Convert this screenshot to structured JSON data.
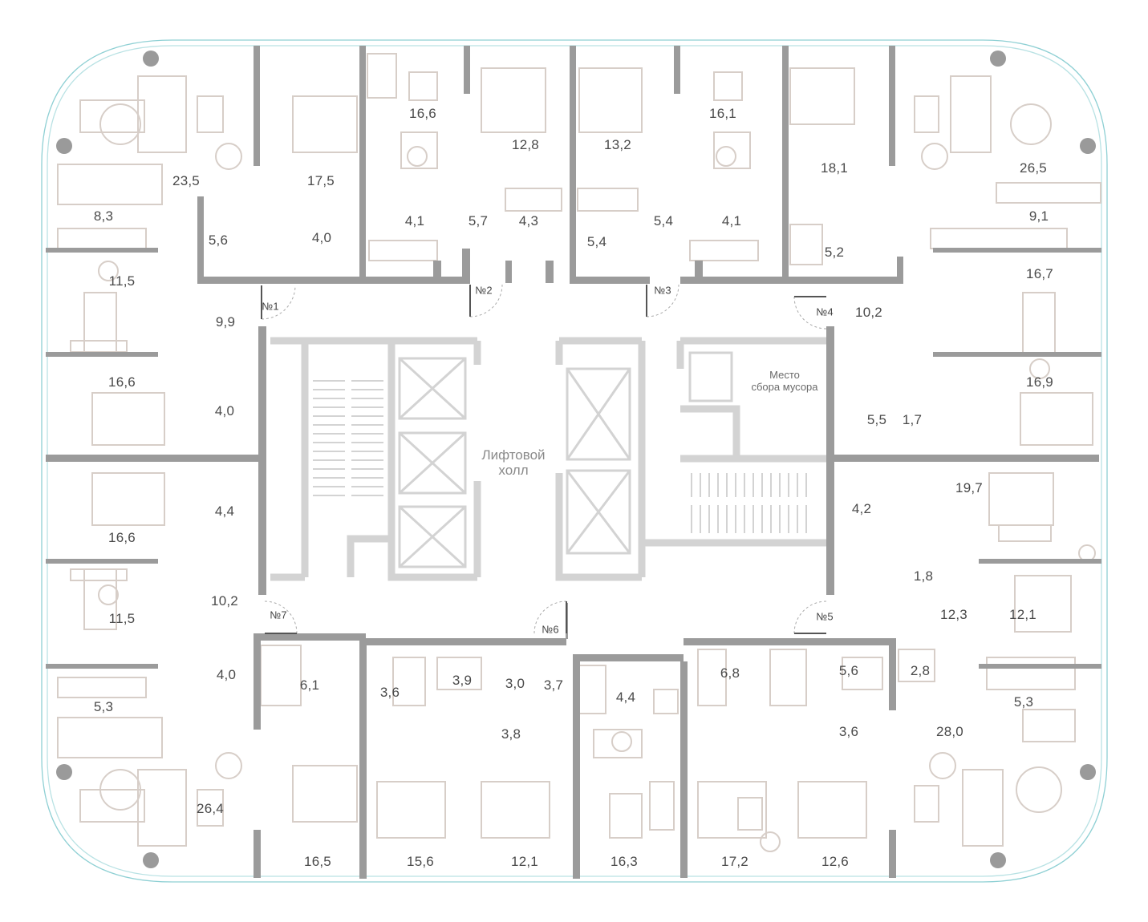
{
  "hall": {
    "line1": "Лифтовой",
    "line2": "холл"
  },
  "trash": {
    "line1": "Место",
    "line2": "сбора мусора"
  },
  "colors": {
    "wall": "#9b9b9b",
    "furniture": "#d7cec8",
    "core": "#d3d3d3",
    "glass": "#8fd0d4",
    "column": "#9a9a9a",
    "text": "#4a4a4a"
  },
  "apartments": [
    {
      "label": "№1"
    },
    {
      "label": "№2"
    },
    {
      "label": "№3"
    },
    {
      "label": "№4"
    },
    {
      "label": "№5"
    },
    {
      "label": "№6"
    },
    {
      "label": "№7"
    }
  ],
  "areas": [
    "23,5",
    "17,5",
    "8,3",
    "5,6",
    "4,0",
    "11,5",
    "9,9",
    "16,6",
    "4,0",
    "16,6",
    "4,4",
    "11,5",
    "10,2",
    "5,3",
    "26,4",
    "4,0",
    "6,1",
    "16,5",
    "16,6",
    "12,8",
    "4,1",
    "5,7",
    "4,3",
    "13,2",
    "5,4",
    "5,4",
    "16,1",
    "4,1",
    "18,1",
    "5,2",
    "26,5",
    "9,1",
    "16,7",
    "10,2",
    "16,9",
    "5,5",
    "1,7",
    "19,7",
    "4,2",
    "1,8",
    "12,3",
    "12,1",
    "28,0",
    "5,3",
    "2,8",
    "5,6",
    "6,8",
    "3,6",
    "12,6",
    "17,2",
    "16,3",
    "4,4",
    "3,7",
    "3,0",
    "3,9",
    "3,6",
    "3,8",
    "15,6",
    "12,1"
  ]
}
